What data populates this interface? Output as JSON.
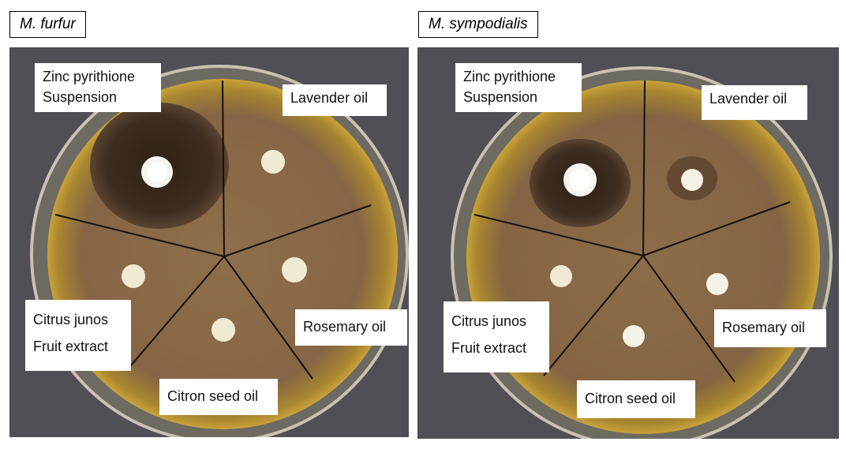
{
  "panels": [
    {
      "organism": "M. furfur",
      "labels": {
        "zinc_line1": "Zinc pyrithione",
        "zinc_line2": "Suspension",
        "lavender": "Lavender oil",
        "rosemary": "Rosemary oil",
        "citron": "Citron seed oil",
        "citrus_line1": "Citrus junos",
        "citrus_line2": "Fruit extract"
      }
    },
    {
      "organism": "M. sympodialis",
      "labels": {
        "zinc_line1": "Zinc pyrithione",
        "zinc_line2": "Suspension",
        "lavender": "Lavender oil",
        "rosemary": "Rosemary oil",
        "citron": "Citron seed oil",
        "citrus_line1": "Citrus junos",
        "citrus_line2": "Fruit extract"
      }
    }
  ],
  "colors": {
    "background": "#4f4f55",
    "agar": "#8a6a45",
    "agar_edge": "#b8902e",
    "inhibition_zone": "#3b2a1e",
    "disc": "#f4f1e6"
  }
}
